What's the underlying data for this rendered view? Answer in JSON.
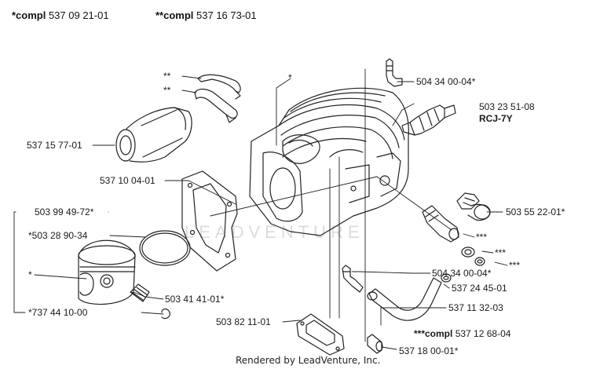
{
  "header": {
    "compl1_prefix": "*compl",
    "compl1_number": " 537 09 21-01",
    "compl2_prefix": "**compl",
    "compl2_number": " 537 16 73-01"
  },
  "labels": {
    "fitting_top": "504 34 00-04*",
    "spark_plug": "503 23 51-08",
    "spark_plug_type": "RCJ-7Y",
    "intake": "537 15 77-01",
    "gasket": "537 10 04-01",
    "decomp_valve": "503 55 22-01*",
    "piston_kit": "503 99 49-72*",
    "piston_ring": "*503 28 90-34",
    "piston": "*",
    "bearing": "503 41 41-01*",
    "circlip": "*737 44 10-00",
    "fitting_bottom": "504 34 00-04*",
    "washer": "537 24 45-01",
    "hose": "537 11 32-03",
    "base_gasket": "503 82 11-01",
    "compl3_prefix": "***compl",
    "compl3_number": " 537 12 68-04",
    "plug": "537 18 00-01*",
    "ast1": "***",
    "ast2": "***",
    "ast3": "***",
    "dstar1": "**",
    "dstar2": "**",
    "star_cyl": "*"
  },
  "watermark": "LEADVENTURE",
  "footer": "Rendered by LeadVenture, Inc."
}
